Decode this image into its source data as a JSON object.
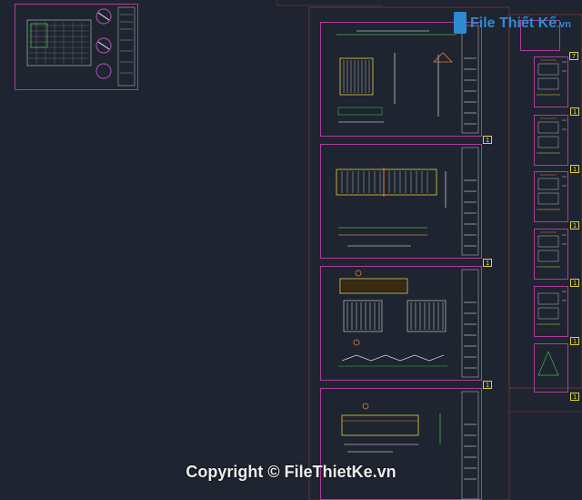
{
  "logo": {
    "text": "File Thiết Kế",
    "suffix": ".vn"
  },
  "watermark": {
    "text": "Copyright © FileThietKe.vn"
  },
  "sheet_tags": {
    "t1": "1",
    "t2": "1",
    "t3": "1",
    "t4": "7",
    "t5": "1",
    "t6": "1",
    "t7": "1",
    "t8": "1",
    "t9": "1",
    "t10": "1"
  },
  "colors": {
    "background": "#1e2430",
    "sheet_border": "#c0c0c0",
    "sheet_frame": "#b03c9c",
    "tag": "#e0d040",
    "logo": "#2f8ad4"
  }
}
